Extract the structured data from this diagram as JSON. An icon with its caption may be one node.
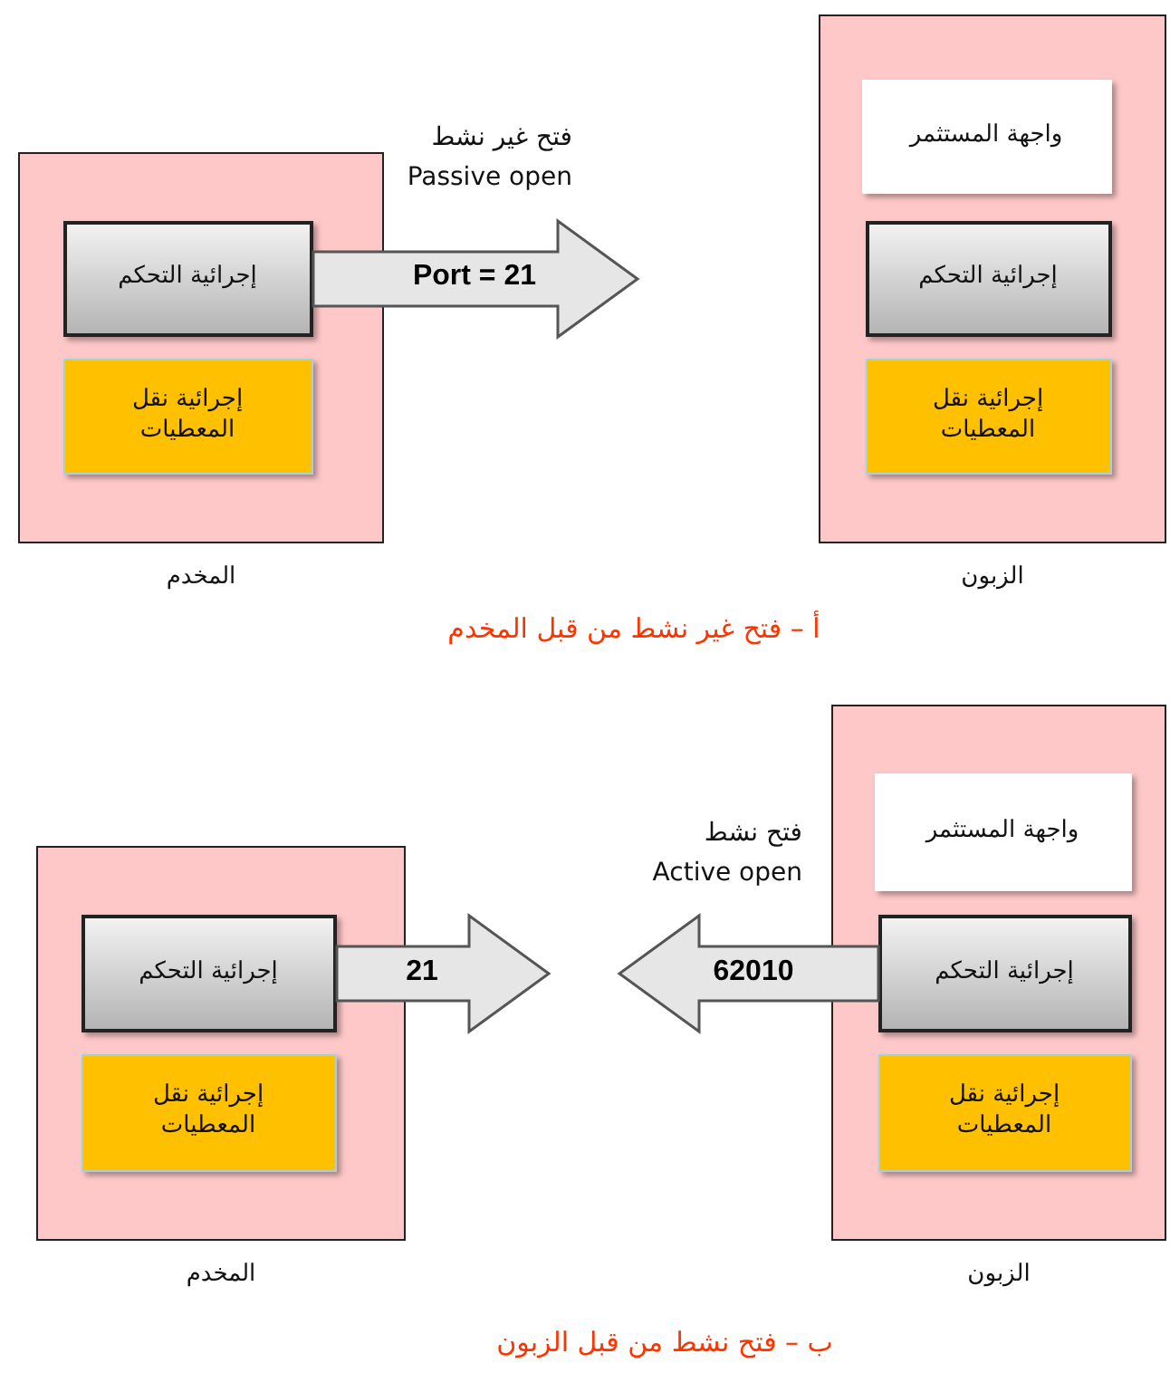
{
  "diagram": {
    "nodes": [
      {
        "text": [
          "المخدم"
        ]
      },
      {
        "text": [
          "إجرائية التحكم"
        ],
        "in": 0
      },
      {
        "text": [
          "إجرائية نقل المعطيات"
        ],
        "in": 0
      },
      {
        "text": [
          "الزبون"
        ]
      },
      {
        "text": [
          "واجهة المستثمر"
        ],
        "in": 3
      },
      {
        "text": [
          "إجرائية التحكم"
        ],
        "in": 3
      },
      {
        "text": [
          "إجرائية نقل المعطيات"
        ],
        "in": 3
      },
      {
        "text": [
          "المخدم"
        ]
      },
      {
        "text": [
          "إجرائية التحكم"
        ],
        "in": 7
      },
      {
        "text": [
          "إجرائية نقل المعطيات"
        ],
        "in": 7
      },
      {
        "text": [
          "الزبون"
        ]
      },
      {
        "text": [
          "واجهة المستثمر"
        ],
        "in": 10
      },
      {
        "text": [
          "إجرائية التحكم"
        ],
        "in": 10
      },
      {
        "text": [
          "إجرائية نقل المعطيات"
        ],
        "in": 10
      }
    ],
    "edges": [
      {
        "from": 1,
        "to": null,
        "arrow": "to",
        "label": "Port = 21"
      },
      {
        "from": 8,
        "to": null,
        "arrow": "to",
        "label": "21"
      },
      {
        "from": 12,
        "to": null,
        "arrow": "to",
        "label": "62010"
      }
    ],
    "labels": [
      "فتح غير نشط",
      "Passive open",
      "أ – فتح غير نشط من قبل المخدم",
      "فتح نشط",
      "Active open",
      "ب – فتح نشط من قبل الزبون"
    ]
  }
}
